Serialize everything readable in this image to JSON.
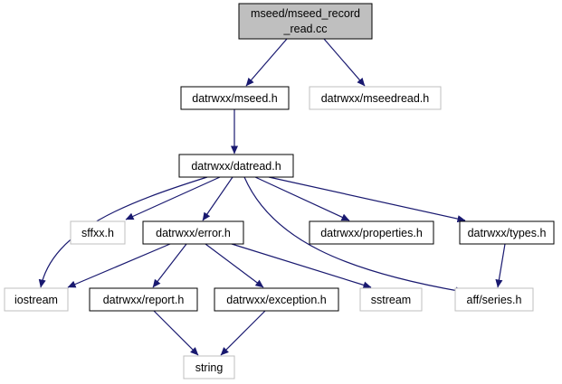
{
  "colors": {
    "edge": "#191970",
    "root_fill": "#bfbfbf",
    "solid_border": "#000000",
    "external_border": "#bfbfbf"
  },
  "nodes": {
    "root": {
      "lines": [
        "mseed/mseed_record",
        "_read.cc"
      ]
    },
    "mseed_h": {
      "label": "datrwxx/mseed.h"
    },
    "mseedread_h": {
      "label": "datrwxx/mseedread.h"
    },
    "datread_h": {
      "label": "datrwxx/datread.h"
    },
    "sffxx_h": {
      "label": "sffxx.h"
    },
    "error_h": {
      "label": "datrwxx/error.h"
    },
    "properties_h": {
      "label": "datrwxx/properties.h"
    },
    "types_h": {
      "label": "datrwxx/types.h"
    },
    "iostream": {
      "label": "iostream"
    },
    "report_h": {
      "label": "datrwxx/report.h"
    },
    "exception_h": {
      "label": "datrwxx/exception.h"
    },
    "sstream": {
      "label": "sstream"
    },
    "series_h": {
      "label": "aff/series.h"
    },
    "string": {
      "label": "string"
    }
  },
  "edges": [
    [
      "root",
      "mseed_h"
    ],
    [
      "root",
      "mseedread_h"
    ],
    [
      "mseed_h",
      "datread_h"
    ],
    [
      "datread_h",
      "iostream"
    ],
    [
      "datread_h",
      "sffxx_h"
    ],
    [
      "datread_h",
      "error_h"
    ],
    [
      "datread_h",
      "properties_h"
    ],
    [
      "datread_h",
      "types_h"
    ],
    [
      "datread_h",
      "series_h"
    ],
    [
      "error_h",
      "iostream"
    ],
    [
      "error_h",
      "report_h"
    ],
    [
      "error_h",
      "exception_h"
    ],
    [
      "error_h",
      "sstream"
    ],
    [
      "types_h",
      "series_h"
    ],
    [
      "report_h",
      "string"
    ],
    [
      "exception_h",
      "string"
    ]
  ]
}
